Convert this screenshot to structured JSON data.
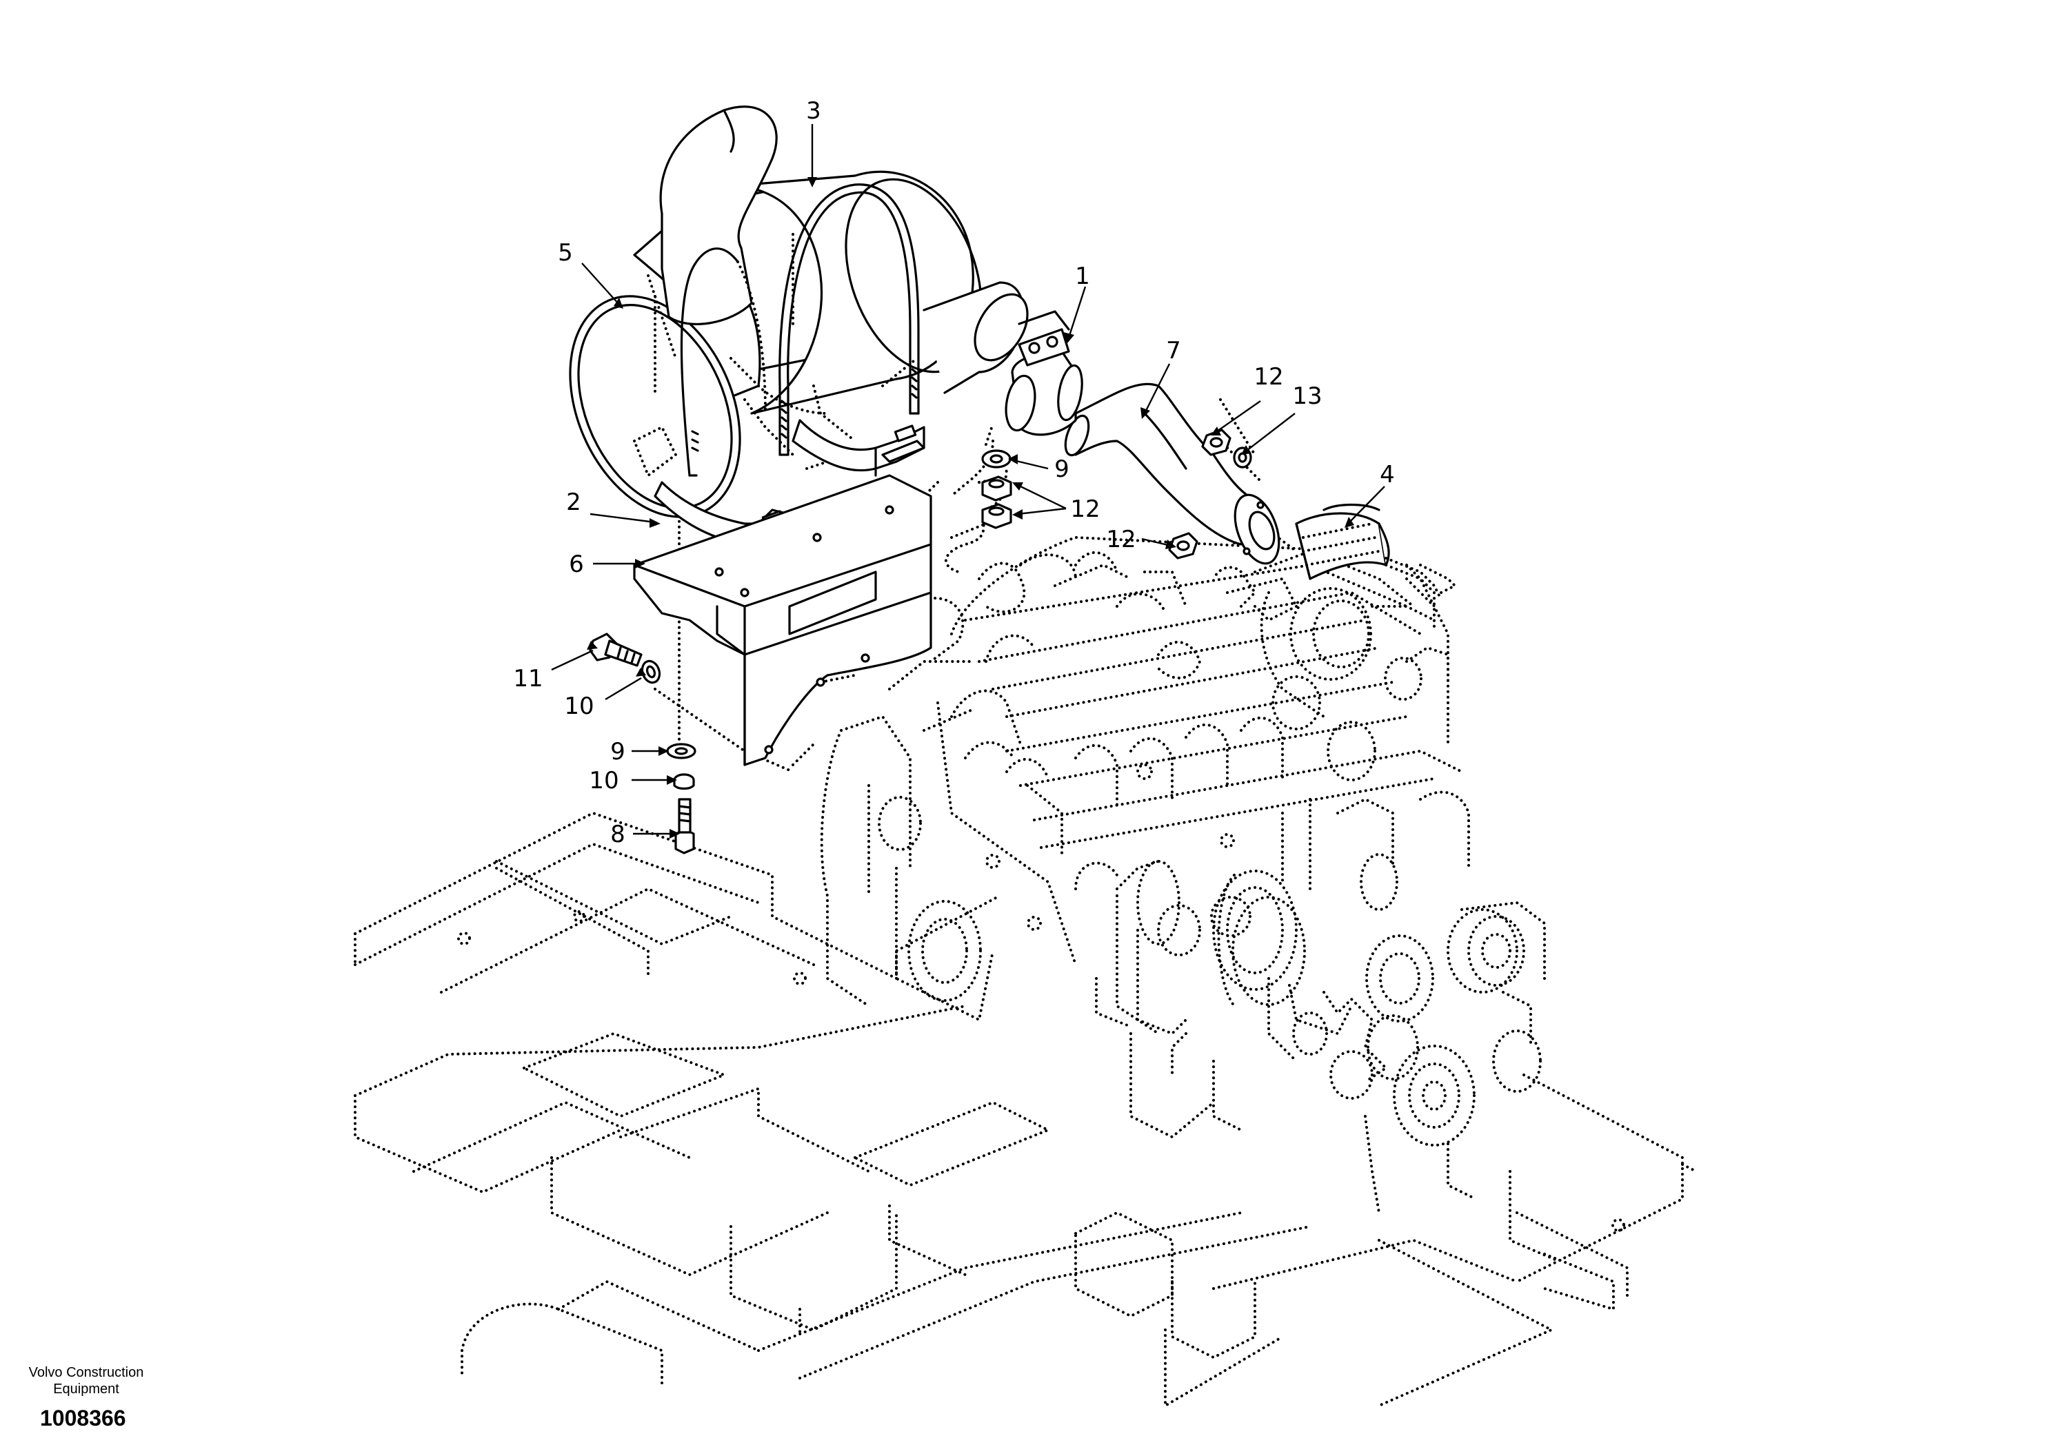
{
  "diagram": {
    "company": "Volvo Construction Equipment",
    "company_line1": "Volvo Construction",
    "company_line2": "Equipment",
    "document_number": "1008366",
    "callouts": [
      {
        "id": "c1",
        "label": "1"
      },
      {
        "id": "c2",
        "label": "2"
      },
      {
        "id": "c3",
        "label": "3"
      },
      {
        "id": "c4",
        "label": "4"
      },
      {
        "id": "c5",
        "label": "5"
      },
      {
        "id": "c6",
        "label": "6"
      },
      {
        "id": "c7",
        "label": "7"
      },
      {
        "id": "c8",
        "label": "8"
      },
      {
        "id": "c9a",
        "label": "9"
      },
      {
        "id": "c9b",
        "label": "9"
      },
      {
        "id": "c10a",
        "label": "10"
      },
      {
        "id": "c10b",
        "label": "10"
      },
      {
        "id": "c11",
        "label": "11"
      },
      {
        "id": "c12a",
        "label": "12"
      },
      {
        "id": "c12b",
        "label": "12"
      },
      {
        "id": "c12c",
        "label": "12"
      },
      {
        "id": "c13",
        "label": "13"
      }
    ]
  }
}
